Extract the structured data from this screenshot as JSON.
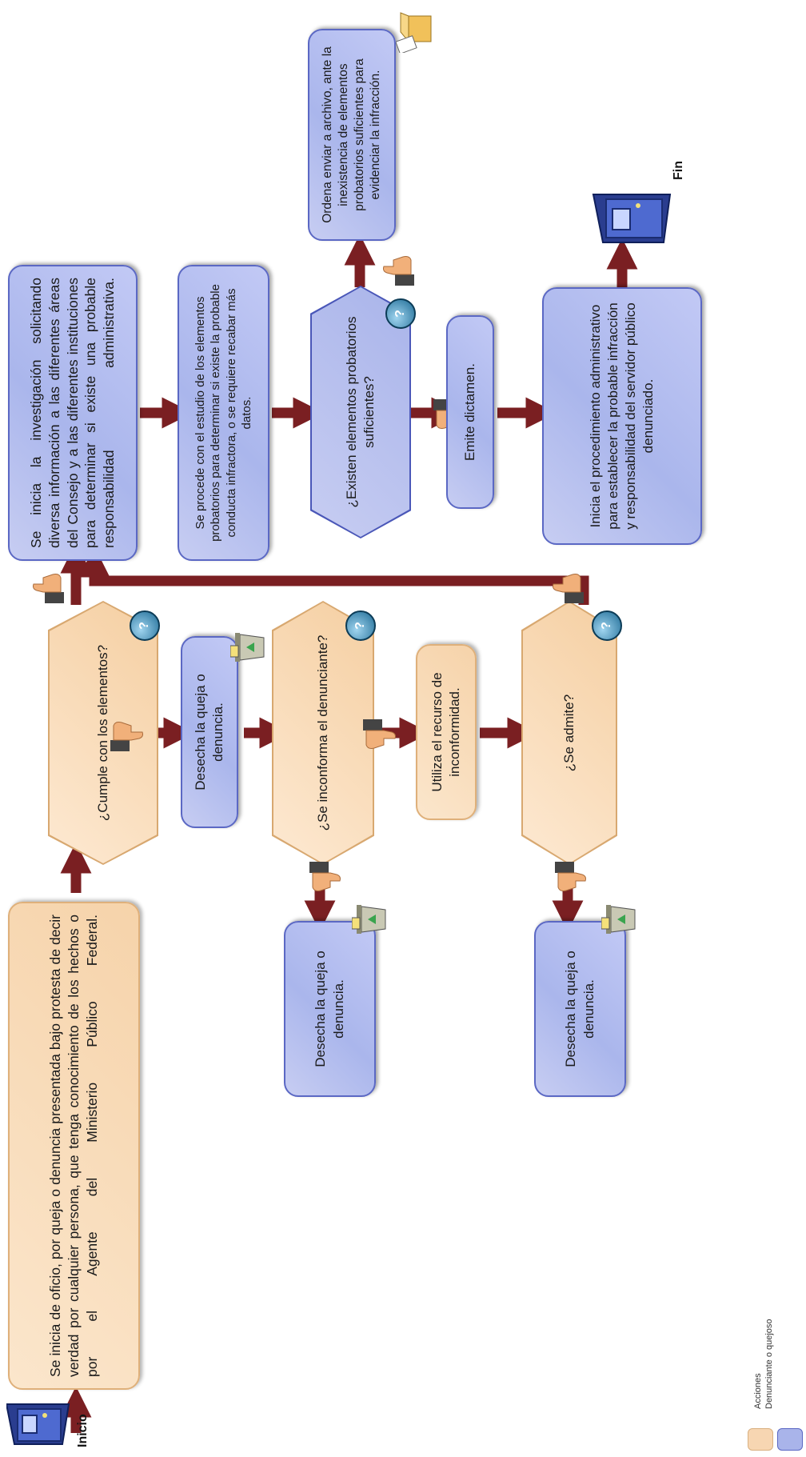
{
  "start": {
    "label": "Inicio"
  },
  "end": {
    "label": "Fin"
  },
  "nodes": {
    "n1": "Se inicia de oficio, por queja o denuncia presentada bajo protesta de decir verdad por cualquier persona, que tenga conocimiento de los hechos o por el Agente del Ministerio Público Federal.",
    "d1": "¿Cumple con los elementos?",
    "n2": "Desecha la queja o denuncia.",
    "d2": "¿Se inconforma el denunciante?",
    "n3": "Desecha la queja o denuncia.",
    "n4": "Utiliza el recurso de inconformidad.",
    "d3": "¿Se admite?",
    "n5": "Desecha la queja o denuncia.",
    "n6": "Se inicia la investigación solicitando diversa información a las diferentes áreas del Consejo y a las diferentes instituciones para determinar si existe una probable responsabilidad administrativa.",
    "n7": "Se procede con el estudio de los elementos probatorios para determinar si existe la probable conducta infractora, o se requiere recabar más datos.",
    "d4": "¿Existen elementos probatorios suficientes?",
    "n8": "Ordena enviar a archivo, ante la inexistencia de elementos probatorios suficientes para evidenciar la infracción.",
    "n9": "Emite dictamen.",
    "n10": "Inicia el procedimiento administrativo para establecer la probable infracción y responsabilidad del servidor público denunciado."
  },
  "legend": {
    "line1": "Acciones",
    "line2": "Denunciante o quejoso"
  },
  "colors": {
    "action_blue": "#aab6ec",
    "complainant_peach": "#f6d3aa",
    "arrow": "#7a1f22"
  }
}
